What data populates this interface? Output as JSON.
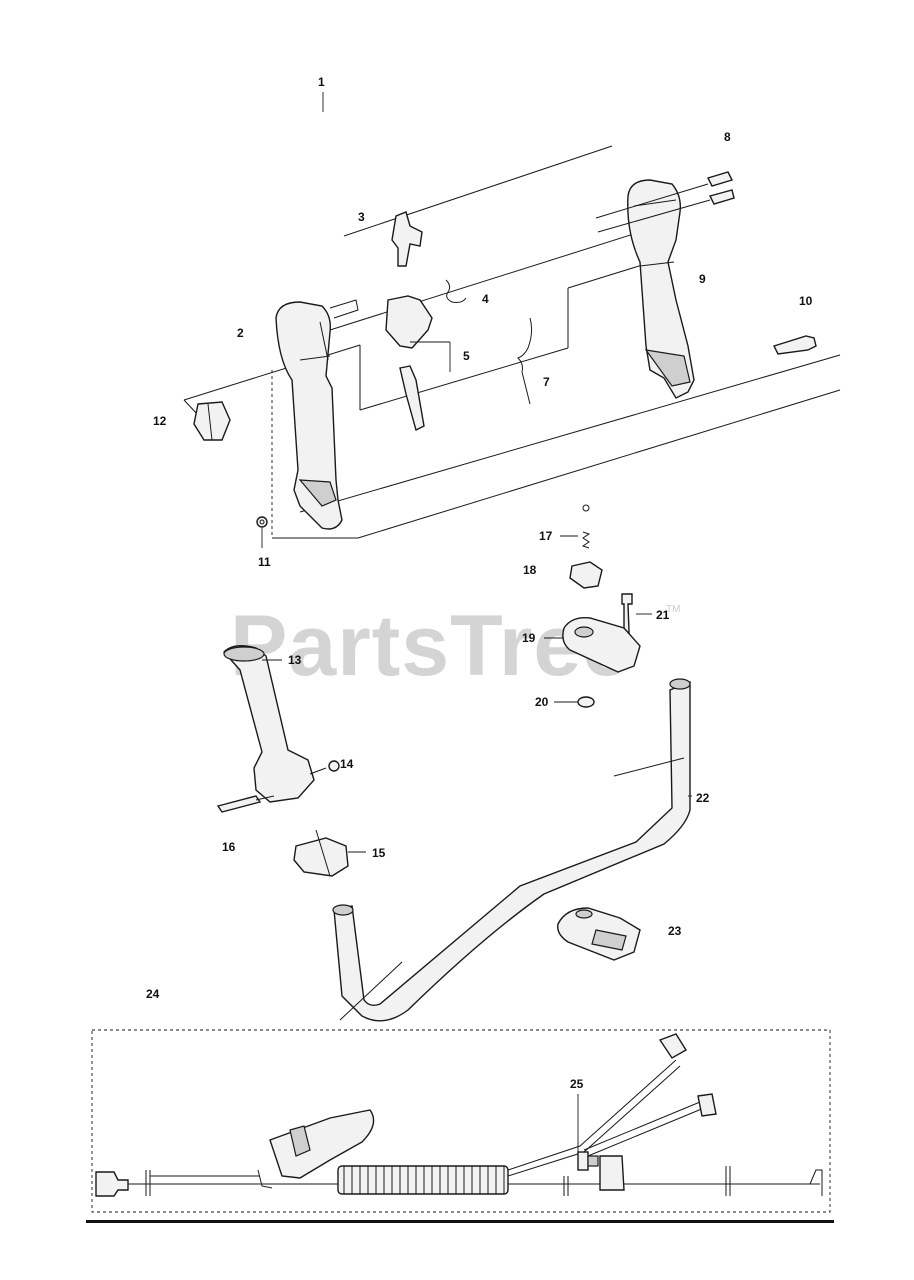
{
  "watermark": {
    "text": "PartsTree",
    "trademark": "TM"
  },
  "callouts": {
    "c1": "1",
    "c2": "2",
    "c3": "3",
    "c4": "4",
    "c5": "5",
    "c7": "7",
    "c8": "8",
    "c9": "9",
    "c10": "10",
    "c11": "11",
    "c12": "12",
    "c13": "13",
    "c14": "14",
    "c15": "15",
    "c16": "16",
    "c17": "17",
    "c18": "18",
    "c19": "19",
    "c20": "20",
    "c21": "21",
    "c22": "22",
    "c23": "23",
    "c24": "24",
    "c25": "25"
  },
  "colors": {
    "line": "#1a1a1a",
    "part_fill": "#f2f2f2",
    "shade": "#cfcfcf",
    "watermark": "#d4d4d4"
  }
}
